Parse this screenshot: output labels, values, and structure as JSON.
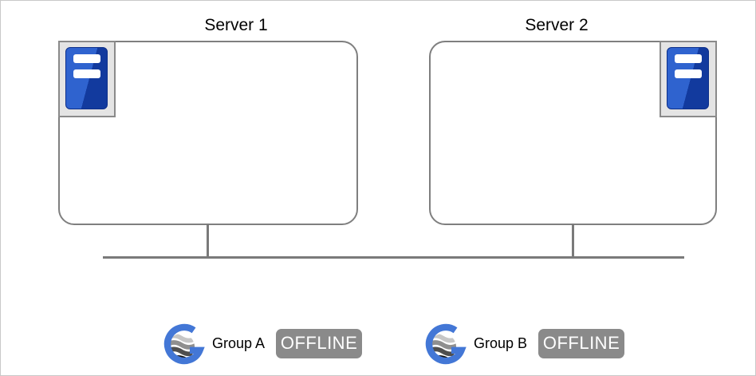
{
  "diagram": {
    "servers": [
      {
        "title": "Server 1",
        "icon": "server-tower-icon",
        "icon_position": "top-left"
      },
      {
        "title": "Server 2",
        "icon": "server-tower-icon",
        "icon_position": "top-right"
      }
    ],
    "groups": [
      {
        "name": "Group A",
        "status": "OFFLINE"
      },
      {
        "name": "Group B",
        "status": "OFFLINE"
      }
    ],
    "colors": {
      "box_border": "#7f7f7f",
      "line": "#7a7a7a",
      "server_icon_light_blue": "#2f63cf",
      "server_icon_dark_blue": "#123a9e",
      "icon_plate_bg": "#e4e4e4",
      "logo_blue": "#4377d6",
      "status_badge_bg": "#8a8a8a",
      "status_badge_text": "#ffffff"
    }
  }
}
